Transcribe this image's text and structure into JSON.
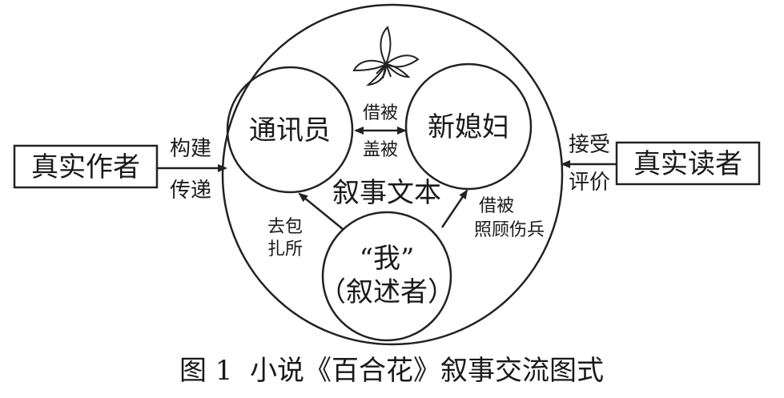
{
  "nodes": {
    "real_author": "真实作者",
    "real_reader": "真实读者",
    "correspondent": "通讯员",
    "bride": "新媳妇",
    "narrator_line1": "“我”",
    "narrator_line2": "（叙述者）",
    "narrative_text": "叙事文本"
  },
  "edges": {
    "left_top": "构建",
    "left_bottom": "传递",
    "right_top": "接受",
    "right_bottom": "评价",
    "mid_top": "借被",
    "mid_bottom": "盖被",
    "lower_left_1": "去包",
    "lower_left_2": "扎所",
    "lower_right_1": "借被",
    "lower_right_2": "照顾伤兵"
  },
  "caption": "图 1  小说《百合花》叙事交流图式",
  "colors": {
    "stroke": "#222222",
    "text": "#1a1a1a",
    "background": "#ffffff"
  },
  "icons": [
    "lily-flower-icon"
  ]
}
